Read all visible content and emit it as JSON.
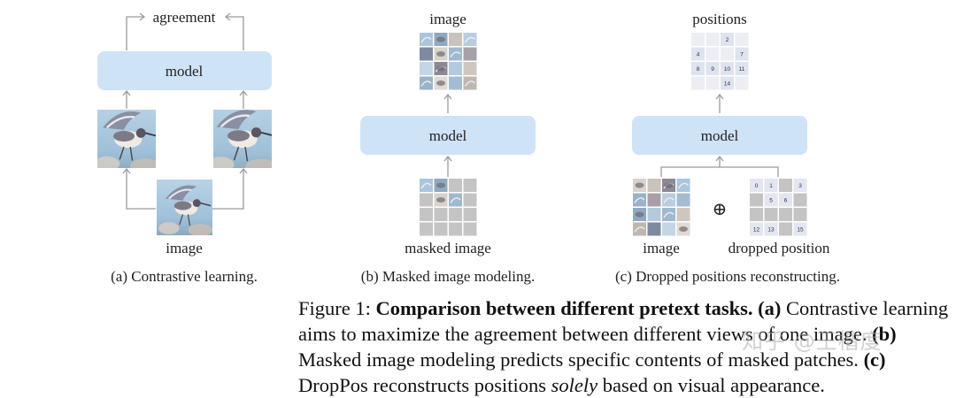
{
  "panel_a": {
    "top_label": "agreement",
    "model_label": "model",
    "bottom_label": "image",
    "caption": "(a) Contrastive learning."
  },
  "panel_b": {
    "top_label": "image",
    "model_label": "model",
    "bottom_label": "masked image",
    "caption": "(b) Masked image modeling."
  },
  "panel_c": {
    "top_label": "positions",
    "model_label": "model",
    "image_label": "image",
    "plus_symbol": "⊕",
    "dropped_label": "dropped position",
    "caption": "(c) Dropped positions reconstructing.",
    "positions_grid": [
      "0",
      "1",
      "2",
      "3",
      "4",
      "5",
      "6",
      "7",
      "8",
      "9",
      "10",
      "11",
      "12",
      "13",
      "14",
      "15"
    ],
    "positions_visible": [
      2,
      4,
      7,
      8,
      9,
      10,
      11,
      14
    ],
    "dropped_grid_visible": [
      0,
      1,
      3,
      5,
      6,
      12,
      13,
      15
    ]
  },
  "caption": {
    "fig_no": "Figure 1: ",
    "bold_title": "Comparison between different pretext tasks.",
    "a_tag": "(a)",
    "a_text": " Contrastive learning aims to maximize the agreement between different views of one image. ",
    "b_tag": "(b)",
    "b_text": " Masked image modeling predicts specific contents of masked patches. ",
    "c_tag": "(c)",
    "c_text_1": " DropPos reconstructs positions ",
    "c_italic": "solely",
    "c_text_2": " based on visual appearance."
  },
  "watermark": "知乎 @王楷度",
  "colors": {
    "model_box": "#cfe3f7",
    "arrow": "#9a9a9a",
    "mask_gray": "#c4c4c4",
    "pos_cell": "#e3e6ef"
  }
}
